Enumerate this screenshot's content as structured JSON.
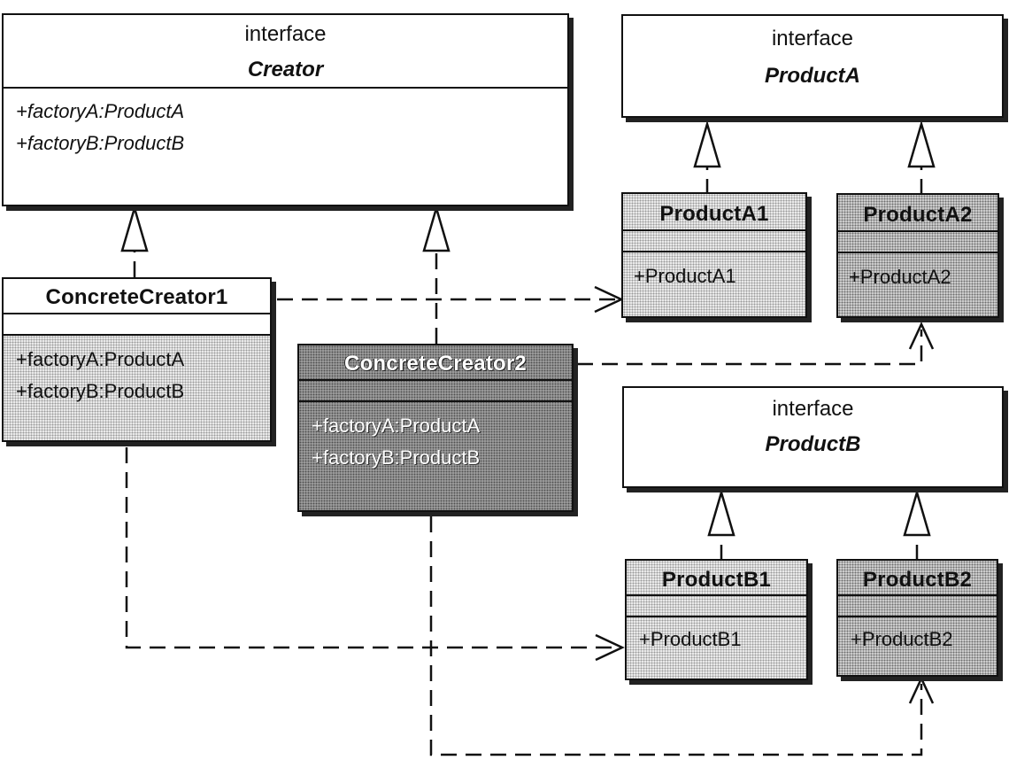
{
  "creator": {
    "stereotype": "interface",
    "name": "Creator",
    "ops": [
      "+factoryA:ProductA",
      "+factoryB:ProductB"
    ]
  },
  "product_a": {
    "stereotype": "interface",
    "name": "ProductA"
  },
  "product_b": {
    "stereotype": "interface",
    "name": "ProductB"
  },
  "concrete_creator1": {
    "name": "ConcreteCreator1",
    "ops": [
      "+factoryA:ProductA",
      "+factoryB:ProductB"
    ]
  },
  "concrete_creator2": {
    "name": "ConcreteCreator2",
    "ops": [
      "+factoryA:ProductA",
      "+factoryB:ProductB"
    ]
  },
  "product_a1": {
    "name": "ProductA1",
    "ops": [
      "+ProductA1"
    ]
  },
  "product_a2": {
    "name": "ProductA2",
    "ops": [
      "+ProductA2"
    ]
  },
  "product_b1": {
    "name": "ProductB1",
    "ops": [
      "+ProductB1"
    ]
  },
  "product_b2": {
    "name": "ProductB2",
    "ops": [
      "+ProductB2"
    ]
  }
}
